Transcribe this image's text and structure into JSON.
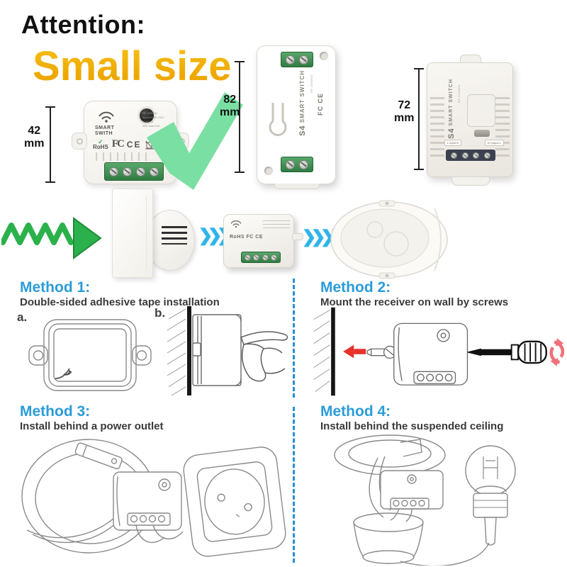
{
  "header": {
    "attention": "Attention:",
    "small_size": "Small size"
  },
  "colors": {
    "gold": "#efae00",
    "method_blue": "#2b9cd8",
    "divider_blue": "#2590d3",
    "check_green": "#7adfa2",
    "wave_green": "#2bb14b",
    "chevron_blue": "#2fb4e9",
    "arrow_red": "#e8322c",
    "rotate_pink": "#f0707b",
    "terminal_green": "#4a9d5f"
  },
  "products": {
    "mini": {
      "dim": "42",
      "unit": "mm",
      "brand": "SMART SWITH",
      "check": "✓",
      "rohs": "RoHS",
      "fcc": "FC",
      "ce": "CE",
      "weee": "⌦",
      "made_in": "MADE IN CHINA",
      "spec1": "RF 433MHz",
      "spec2": "Input:AC90-240V 50/60HZ",
      "spec3": "Max load:10A"
    },
    "bar": {
      "dim": "82",
      "unit": "mm",
      "logo": "S4",
      "brand": "SMART SWITCH",
      "rf": "RF 433MHz",
      "certs": "FC CE"
    },
    "wide": {
      "dim": "72",
      "unit": "mm",
      "logo": "S4",
      "brand": "SMART SWITCH",
      "rf": "RF 433MHz",
      "term_left": "L  Input  N",
      "term_right": "N Output L"
    }
  },
  "flow": {
    "receiver_certs": "RoHS FC CE",
    "chevrons": "❯❯❯❯"
  },
  "methods": [
    {
      "title": "Method 1:",
      "desc": "Double-sided adhesive tape installation",
      "label_a": "a.",
      "label_b": "b."
    },
    {
      "title": "Method 2:",
      "desc": "Mount the receiver on wall by screws"
    },
    {
      "title": "Method 3:",
      "desc": "Install behind a power outlet"
    },
    {
      "title": "Method 4:",
      "desc": "Install behind the suspended ceiling"
    }
  ]
}
